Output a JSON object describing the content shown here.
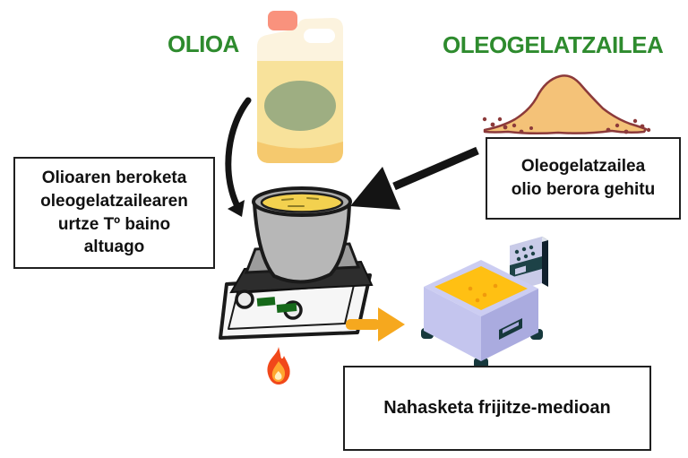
{
  "labels": {
    "oil_title": "OLIOA",
    "oleogelator_title": "OLEOGELATZAILEA"
  },
  "boxes": {
    "left": {
      "lines": [
        "Olioaren beroketa",
        "oleogelatzailearen",
        "urtze Tº baino",
        "altuago"
      ]
    },
    "right": {
      "lines": [
        "Oleogelatzailea",
        "olio berora gehitu"
      ]
    },
    "bottom": {
      "lines": [
        "Nahasketa frijitze-medioan"
      ]
    }
  },
  "icons": {
    "oil_jug_icon": "plastic oil jug with salmon cap and green oval label",
    "powder_pile_icon": "mound of tan oleogelator powder with scattered grains",
    "curved_arrow_icon": "curved black arrow from oil jug down to pot",
    "thick_black_arrow_icon": "thick black arrow from right box to pot",
    "pot_on_stirrer_icon": "pot of hot oil on magnetic hot-plate stirrer",
    "fire_icon": "flame under hot plate",
    "yellow_arrow_icon": "yellow arrow pointing right to fryer",
    "deep_fryer_icon": "deep fryer filled with yellow frying medium"
  },
  "colors": {
    "title_green": "#2e8b2e",
    "box_border": "#1f1f1f",
    "arrow_black": "#141414",
    "arrow_yellow": "#f6a81e",
    "powder_fill": "#f4c278",
    "powder_outline": "#8c3a3a",
    "bottle_body": "#f8e29b",
    "bottle_cap": "#f9927d",
    "bottle_label": "#9eae82",
    "pot_gray": "#b7b7b7",
    "oil_liquid": "#f3d14f",
    "fryer_body": "#c4c5ee",
    "fryer_oil": "#ffc013",
    "fryer_dark": "#16383c",
    "flame_outer": "#f1481a",
    "flame_inner": "#ffa62e"
  }
}
